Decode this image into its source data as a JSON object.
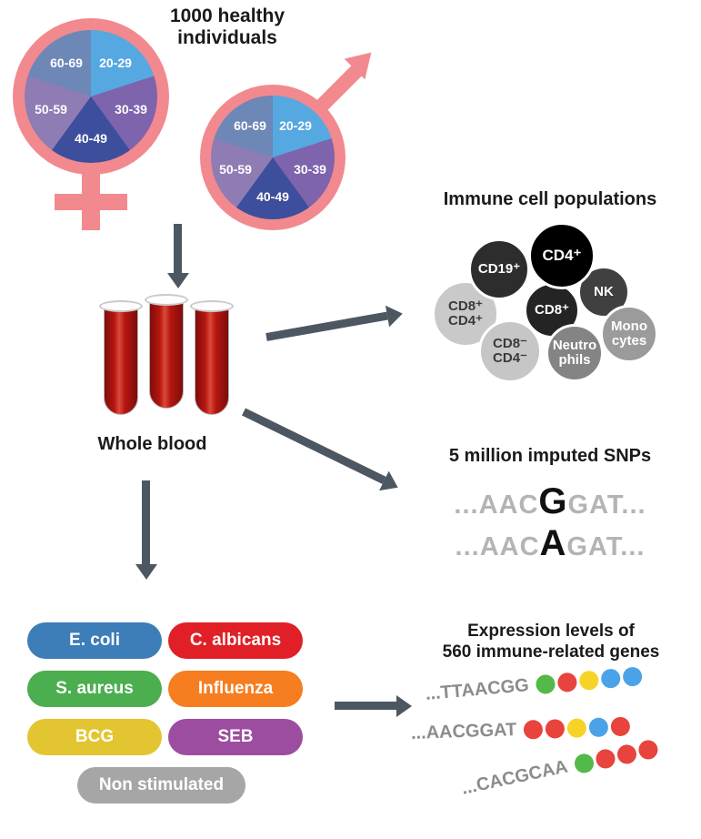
{
  "header": {
    "title_line1": "1000 healthy",
    "title_line2": "individuals"
  },
  "age_pie": {
    "slices": [
      {
        "label": "20-29",
        "color": "#56a8e0"
      },
      {
        "label": "30-39",
        "color": "#7d64ad"
      },
      {
        "label": "40-49",
        "color": "#3d4f9c"
      },
      {
        "label": "50-59",
        "color": "#8f7cb4"
      },
      {
        "label": "60-69",
        "color": "#6d87b7"
      }
    ]
  },
  "whole_blood": {
    "label": "Whole blood"
  },
  "immune_cells": {
    "title": "Immune cell populations",
    "cells": [
      {
        "lines": [
          "CD8⁺",
          "CD4⁺"
        ],
        "bg": "#c9c9c9",
        "fg": "#3a3a3a"
      },
      {
        "lines": [
          "CD19⁺"
        ],
        "bg": "#2d2d2d",
        "fg": "#ffffff"
      },
      {
        "lines": [
          "NK"
        ],
        "bg": "#404040",
        "fg": "#ffffff"
      },
      {
        "lines": [
          "CD8⁺"
        ],
        "bg": "#242424",
        "fg": "#ffffff"
      },
      {
        "lines": [
          "Mono",
          "cytes"
        ],
        "bg": "#9b9b9b",
        "fg": "#ffffff"
      },
      {
        "lines": [
          "CD8⁻",
          "CD4⁻"
        ],
        "bg": "#c6c6c6",
        "fg": "#3a3a3a"
      },
      {
        "lines": [
          "Neutro",
          "phils"
        ],
        "bg": "#848484",
        "fg": "#ffffff"
      },
      {
        "lines": [
          "CD4⁺"
        ],
        "bg": "#000000",
        "fg": "#ffffff"
      }
    ]
  },
  "snps": {
    "title": "5 million imputed SNPs",
    "sequences": [
      {
        "prefix": "...AAC",
        "variant": "G",
        "suffix": "GAT..."
      },
      {
        "prefix": "...AAC",
        "variant": "A",
        "suffix": "GAT..."
      }
    ]
  },
  "stimuli": {
    "items": [
      {
        "label": "E. coli",
        "color": "#3d7db8"
      },
      {
        "label": "C. albicans",
        "color": "#e01f26"
      },
      {
        "label": "S. aureus",
        "color": "#4bae4f"
      },
      {
        "label": "Influenza",
        "color": "#f67d20"
      },
      {
        "label": "BCG",
        "color": "#e2c531"
      },
      {
        "label": "SEB",
        "color": "#9d4da0"
      },
      {
        "label": "Non stimulated",
        "color": "#a6a6a6"
      }
    ]
  },
  "expression": {
    "title_line1": "Expression levels of",
    "title_line2": "560 immune-related genes",
    "rows": [
      {
        "seq": "...TTAACGG",
        "beads": [
          "#53b948",
          "#e8433d",
          "#f5d327",
          "#4aa3e8",
          "#4aa3e8"
        ]
      },
      {
        "seq": "...AACGGAT",
        "beads": [
          "#e8433d",
          "#e8433d",
          "#f5d327",
          "#4aa3e8",
          "#e8433d"
        ]
      },
      {
        "seq": "...CACGCAA",
        "beads": [
          "#53b948",
          "#e8433d",
          "#e8433d",
          "#e8433d"
        ]
      }
    ]
  },
  "palette": {
    "symbol_pink": "#f2898f",
    "arrow_gray": "#4d5761",
    "blood_red": "#b6160f"
  }
}
